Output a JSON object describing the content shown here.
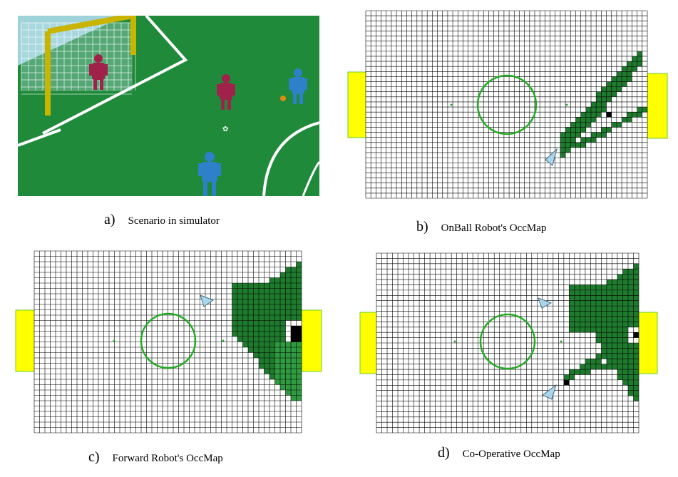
{
  "colors": {
    "field": "#1f8a3a",
    "field_dark": "#167030",
    "occupied": "#1e7a2d",
    "occupied_light": "#2f9a3f",
    "obstacle": "#000000",
    "goal": "#ffff00",
    "center_circle": "#22aa22",
    "robot_marker": "#a9d6ec",
    "grid_line": "#000000"
  },
  "panels": [
    {
      "id": "a",
      "letter": "a)",
      "caption": "Scenario in simulator"
    },
    {
      "id": "b",
      "letter": "b)",
      "caption": "OnBall Robot's OccMap"
    },
    {
      "id": "c",
      "letter": "c)",
      "caption": "Forward Robot's OccMap"
    },
    {
      "id": "d",
      "letter": "d)",
      "caption": "Co-Operative OccMap"
    }
  ]
}
